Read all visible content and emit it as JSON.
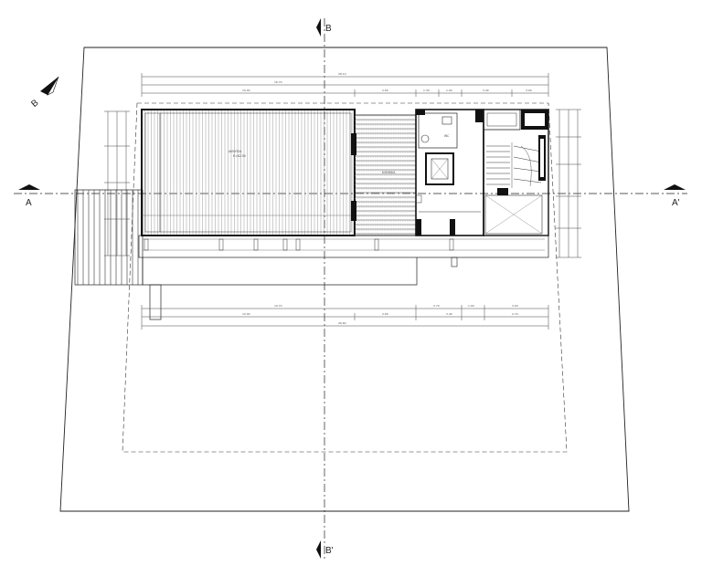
{
  "sections": {
    "a_left": "A",
    "a_right": "A'",
    "b_top": "B",
    "b_bottom": "B'"
  },
  "north_label": "B",
  "dimensions": {
    "top_total": "28.10",
    "top_mid": "16.70",
    "top_row3_a": "10.00",
    "top_row3_b": "2.60",
    "top_row3_c": "1.30",
    "top_row3_d": "1.00",
    "top_row3_e": "3.40",
    "top_row3_f": "3.00",
    "bottom_row1_a": "10.70",
    "bottom_row1_b": "2.70",
    "bottom_row1_c": "1.00",
    "bottom_row1_d": "3.00",
    "bottom_row2_a": "10.00",
    "bottom_row2_b": "2.60",
    "bottom_row2_c": "3.40",
    "bottom_row2_d": "2.70",
    "bottom_total": "26.60"
  },
  "room_labels": {
    "living": "ΑΙΘΟΥΣΑ",
    "living_area": "E=82.50",
    "stair": "ΚΛΙΜΑΚΑ",
    "wc": "WC"
  },
  "colors": {
    "line": "#222222",
    "dash": "#333333",
    "wall": "#111111"
  }
}
